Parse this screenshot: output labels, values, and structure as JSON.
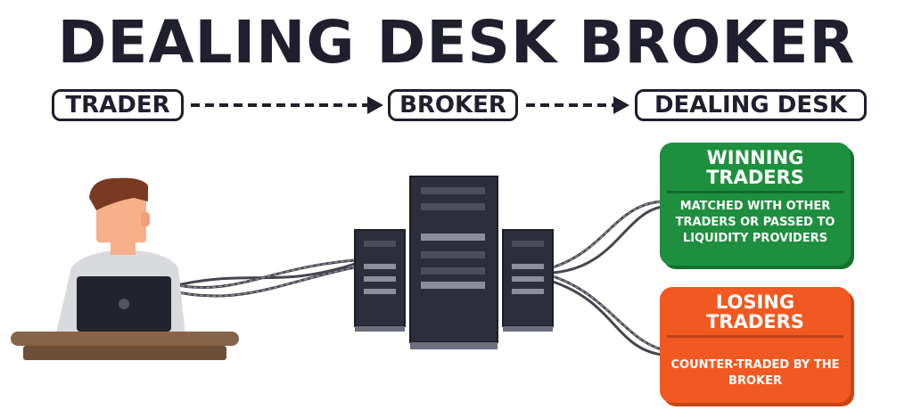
{
  "title": "DEALING DESK BROKER",
  "flow": {
    "steps": [
      "TRADER",
      "BROKER",
      "DEALING DESK"
    ]
  },
  "outcomes": {
    "winning": {
      "heading_line1": "WINNING",
      "heading_line2": "TRADERS",
      "description": "MATCHED WITH OTHER TRADERS OR PASSED TO LIQUIDITY PROVIDERS",
      "color": "#1e8f3e"
    },
    "losing": {
      "heading_line1": "LOSING",
      "heading_line2": "TRADERS",
      "description": "COUNTER-TRADED BY THE BROKER",
      "color": "#f05a22"
    }
  },
  "icons": {
    "trader": "trader-at-laptop-icon",
    "servers": "server-rack-icon"
  }
}
